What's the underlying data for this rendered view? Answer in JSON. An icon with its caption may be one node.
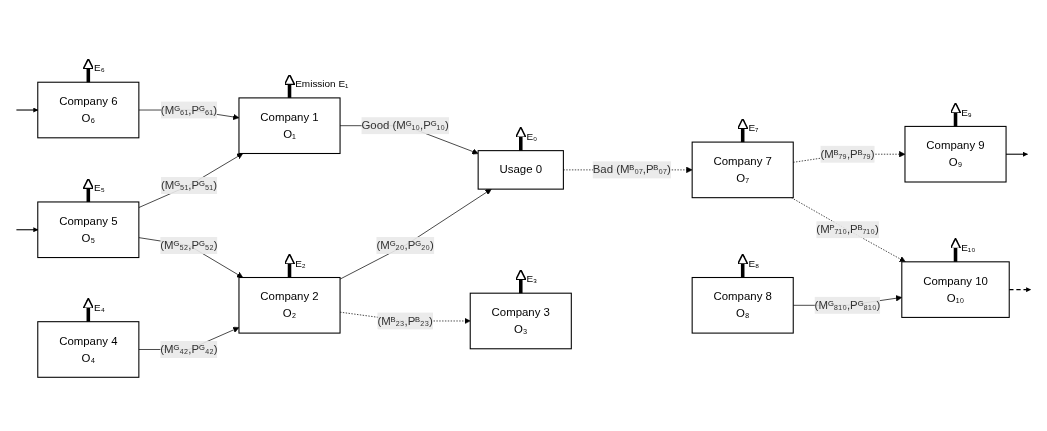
{
  "diagram": {
    "nodes": [
      {
        "text": [
          "Company 6",
          "O₆"
        ]
      },
      {
        "text": [
          "Company 5",
          "O₅"
        ]
      },
      {
        "text": [
          "Company 4",
          "O₄"
        ]
      },
      {
        "text": [
          "Company 1",
          "O₁"
        ]
      },
      {
        "text": [
          "Company 2",
          "O₂"
        ]
      },
      {
        "text": [
          "Usage 0"
        ]
      },
      {
        "text": [
          "Company 3",
          "O₃"
        ]
      },
      {
        "text": [
          "Company 7",
          "O₇"
        ]
      },
      {
        "text": [
          "Company 8",
          "O₈"
        ]
      },
      {
        "text": [
          "Company 9",
          "O₉"
        ]
      },
      {
        "text": [
          "Company 10",
          "O₁₀"
        ]
      }
    ],
    "edges": [
      {
        "from": null,
        "to": 0,
        "arrow": "to"
      },
      {
        "from": null,
        "to": 1,
        "arrow": "to"
      },
      {
        "from": 0,
        "to": null,
        "arrow": "to",
        "label": "E₆",
        "style": "thick"
      },
      {
        "from": 1,
        "to": null,
        "arrow": "to",
        "label": "E₅",
        "style": "thick"
      },
      {
        "from": 2,
        "to": null,
        "arrow": "to",
        "label": "E₄",
        "style": "thick"
      },
      {
        "from": 3,
        "to": null,
        "arrow": "to",
        "label": "Emission E₁",
        "style": "thick"
      },
      {
        "from": 4,
        "to": null,
        "arrow": "to",
        "label": "E₂",
        "style": "thick"
      },
      {
        "from": 5,
        "to": null,
        "arrow": "to",
        "label": "E₀",
        "style": "thick"
      },
      {
        "from": 6,
        "to": null,
        "arrow": "to",
        "label": "E₃",
        "style": "thick"
      },
      {
        "from": 7,
        "to": null,
        "arrow": "to",
        "label": "E₇",
        "style": "thick"
      },
      {
        "from": 8,
        "to": null,
        "arrow": "to",
        "label": "E₈",
        "style": "thick"
      },
      {
        "from": 9,
        "to": null,
        "arrow": "to",
        "label": "E₉",
        "style": "thick"
      },
      {
        "from": 10,
        "to": null,
        "arrow": "to",
        "label": "E₁₀",
        "style": "thick"
      },
      {
        "from": 0,
        "to": 3,
        "arrow": "to",
        "label": "(Mᴳ₆₁,Pᴳ₆₁)"
      },
      {
        "from": 1,
        "to": 3,
        "arrow": "to",
        "label": "(Mᴳ₅₁,Pᴳ₅₁)"
      },
      {
        "from": 1,
        "to": 4,
        "arrow": "to",
        "label": "(Mᴳ₅₂,Pᴳ₅₂)"
      },
      {
        "from": 2,
        "to": 4,
        "arrow": "to",
        "label": "(Mᴳ₄₂,Pᴳ₄₂)"
      },
      {
        "from": 3,
        "to": 5,
        "arrow": "to",
        "label": "Good (Mᴳ₁₀,Pᴳ₁₀)"
      },
      {
        "from": 4,
        "to": 5,
        "arrow": "to",
        "label": "(Mᴳ₂₀,Pᴳ₂₀)"
      },
      {
        "from": 4,
        "to": 6,
        "arrow": "to",
        "label": "(Mᴮ₂₃,Pᴮ₂₃)",
        "style": "dashed"
      },
      {
        "from": 5,
        "to": 7,
        "arrow": "to",
        "label": "Bad (Mᴮ₀₇,Pᴮ₀₇)",
        "style": "dashed"
      },
      {
        "from": 7,
        "to": 9,
        "arrow": "to",
        "label": "(Mᴮ₇₉,Pᴮ₇₉)",
        "style": "dashed"
      },
      {
        "from": 7,
        "to": 10,
        "arrow": "to",
        "label": "(Mᴾ₇₁₀,Pᴮ₇₁₀)",
        "style": "dashed"
      },
      {
        "from": 8,
        "to": 10,
        "arrow": "to",
        "label": "(Mᴳ₈₁₀,Pᴳ₈₁₀)"
      },
      {
        "from": 9,
        "to": null,
        "arrow": "to"
      },
      {
        "from": 10,
        "to": null,
        "arrow": "to",
        "style": "dashed"
      }
    ]
  }
}
